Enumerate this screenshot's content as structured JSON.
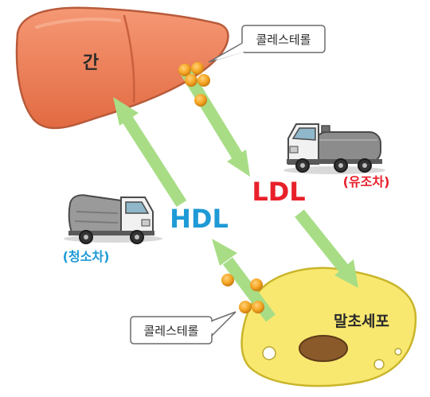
{
  "organs": {
    "liver": {
      "label": "간"
    },
    "peripheral_cell": {
      "label": "말초세포"
    }
  },
  "lipoproteins": {
    "ldl": {
      "label": "LDL",
      "color": "#e8202a"
    },
    "hdl": {
      "label": "HDL",
      "color": "#1e9ad6"
    }
  },
  "vehicles": {
    "tanker": {
      "label": "(유조차)",
      "color": "#e8202a",
      "icon": "tanker-truck-icon"
    },
    "garbage": {
      "label": "(청소차)",
      "color": "#1e9ad6",
      "icon": "garbage-truck-icon"
    }
  },
  "callouts": {
    "top": {
      "label": "콜레스테롤"
    },
    "bottom": {
      "label": "콜레스테롤"
    }
  },
  "colors": {
    "liver": "#ee7f58",
    "cell": "#f9e870",
    "arrow": "#a8dd86",
    "cholesterol": "#f5a623"
  }
}
